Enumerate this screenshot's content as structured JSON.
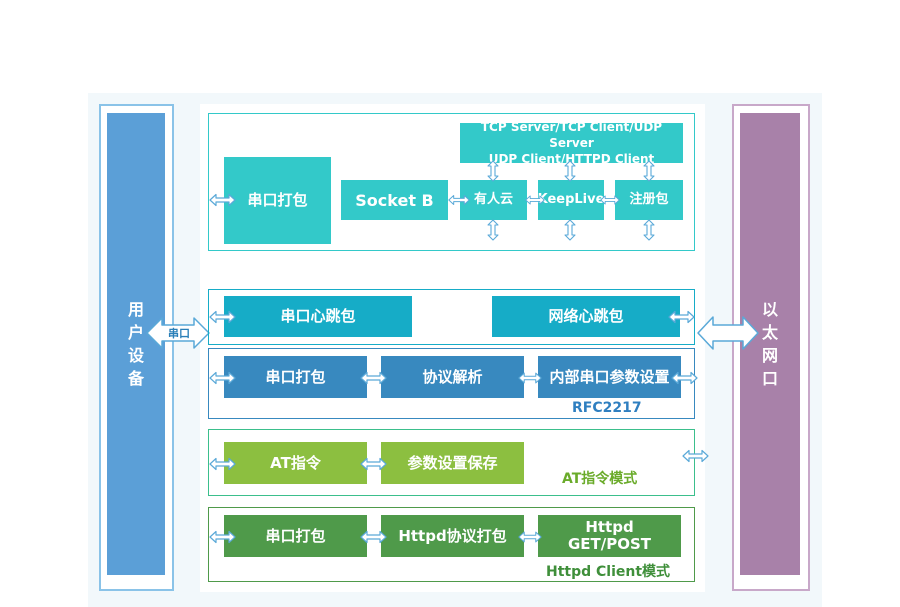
{
  "colors": {
    "teal": "#33c9c9",
    "cyan": "#16acc7",
    "blue": "#3889bf",
    "lime": "#8cbf40",
    "green": "#4f9a4a",
    "user": "#5b9fd7",
    "ethernet": "#a881a9",
    "arrow": "#5aa9d8"
  },
  "left_column": {
    "label": "用户设备",
    "link_label": "串口"
  },
  "right_column": {
    "label": "以太网口"
  },
  "socket_section": {
    "modes_box": "TCP Server/TCP Client/UDP Server\nUDP Client/HTTPD Client",
    "serial_pack": "串口打包",
    "socket_b": "Socket B",
    "cloud": "有人云",
    "keepalive": "KeepLive",
    "register_pack": "注册包"
  },
  "heartbeat_section": {
    "serial_heartbeat": "串口心跳包",
    "network_heartbeat": "网络心跳包"
  },
  "rfc_section": {
    "serial_pack": "串口打包",
    "protocol_parse": "协议解析",
    "param_setting": "内部串口参数设置",
    "caption": "RFC2217"
  },
  "at_section": {
    "at_cmd": "AT指令",
    "param_save": "参数设置保存",
    "caption": "AT指令模式"
  },
  "httpd_section": {
    "serial_pack": "串口打包",
    "httpd_pack": "Httpd协议打包",
    "get_post": "Httpd\nGET/POST",
    "caption": "Httpd Client模式"
  }
}
